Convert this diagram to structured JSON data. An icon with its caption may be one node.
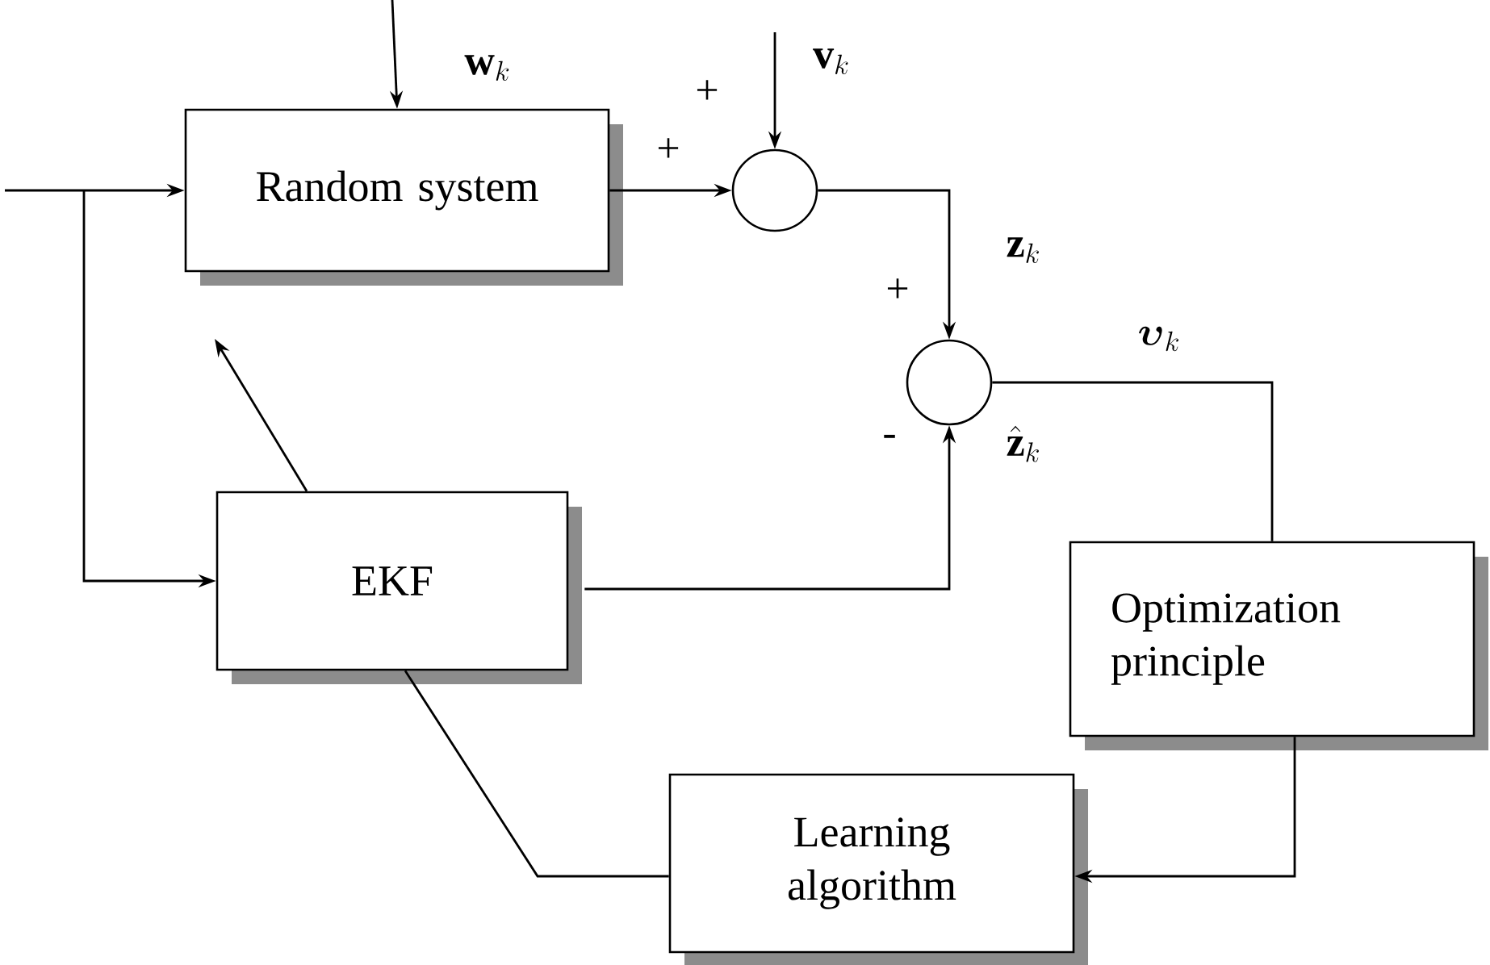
{
  "diagram": {
    "nodes": [
      {
        "text": [
          "Random system"
        ]
      },
      {
        "text": [],
        "shape": "circle"
      },
      {
        "text": [],
        "shape": "circle"
      },
      {
        "text": [
          "EKF"
        ]
      },
      {
        "text": [
          "Optimization principle"
        ]
      },
      {
        "text": [
          "Learning algorithm"
        ]
      }
    ],
    "edges": [
      {
        "from": null,
        "to": 0,
        "arrow": "to"
      },
      {
        "from": null,
        "to": 3,
        "arrow": "to"
      },
      {
        "from": null,
        "to": 0,
        "arrow": "to",
        "label": "\\mathbf{w}_{k}"
      },
      {
        "from": 0,
        "to": 1,
        "arrow": "to"
      },
      {
        "from": null,
        "to": 1,
        "arrow": "to",
        "label": "\\mathbf{v}_{k}"
      },
      {
        "from": 1,
        "to": 2,
        "arrow": "to",
        "label": "\\mathbf{z}_{k}"
      },
      {
        "from": 3,
        "to": 2,
        "arrow": "to",
        "label": "\\hat{\\mathbf{z}}_{k}"
      },
      {
        "from": 2,
        "to": 4,
        "arrow": "none",
        "label": "\\boldsymbol{\\upsilon}_{k}"
      },
      {
        "from": 4,
        "to": 5,
        "arrow": "to"
      },
      {
        "from": 3,
        "to": 5,
        "arrow": "none"
      },
      {
        "from": 3,
        "to": null,
        "arrow": "to"
      }
    ],
    "labels": [
      "+",
      "+",
      "+",
      "-"
    ]
  }
}
